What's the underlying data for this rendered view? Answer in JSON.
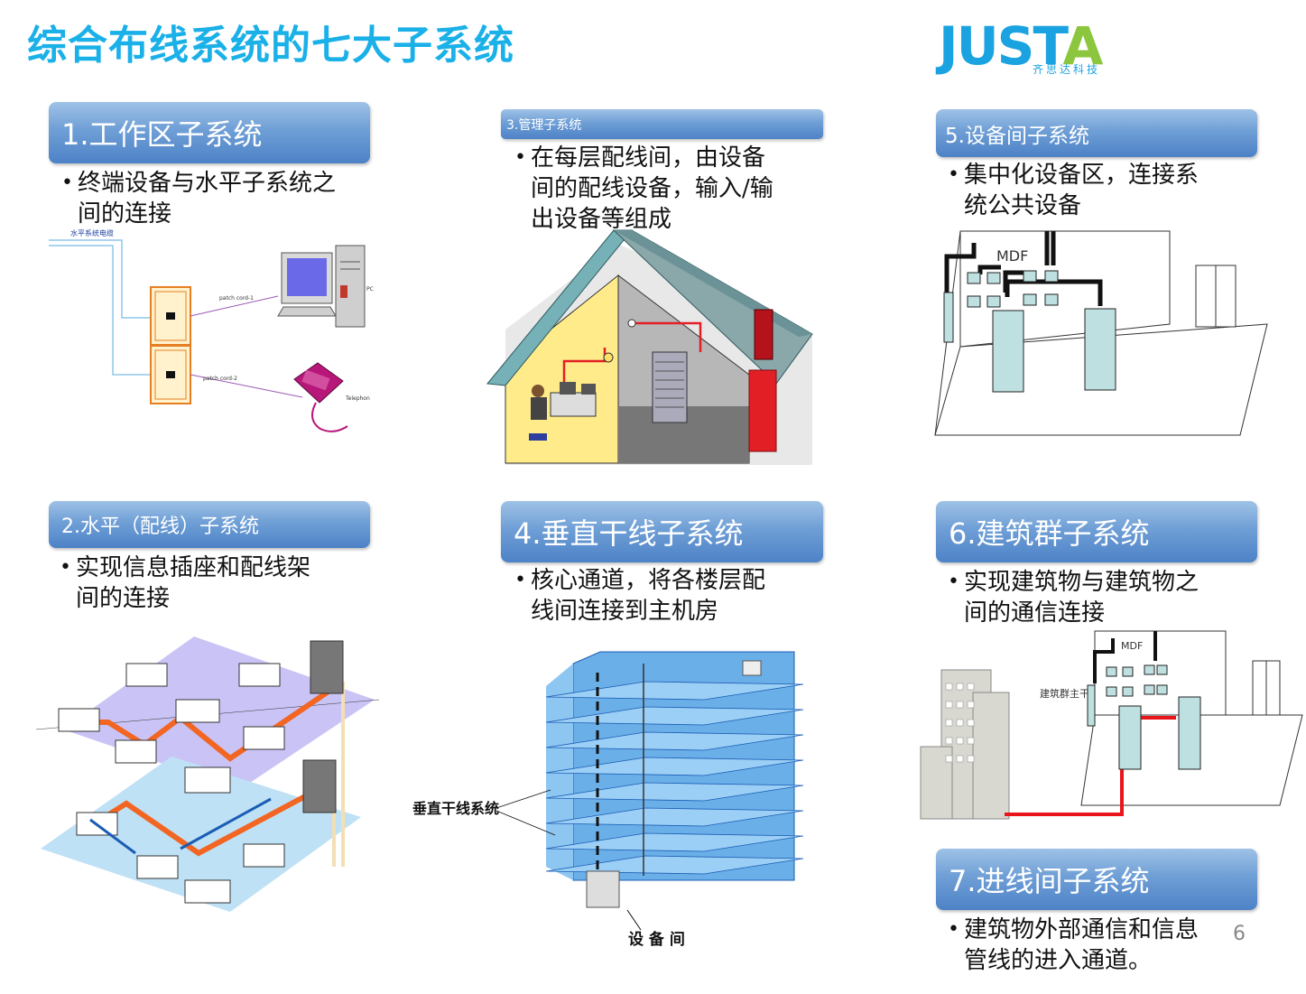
{
  "title": "综合布线系统的七大子系统",
  "logo": {
    "brand_main": "JUST",
    "brand_accent": "A",
    "brand_cn": "齐思达科技"
  },
  "page_number": "6",
  "sections": [
    {
      "header": "1.工作区子系统",
      "bullet": [
        "终端设备与水平子系统之",
        "间的连接"
      ]
    },
    {
      "header": "2.水平（配线）子系统",
      "bullet": [
        "实现信息插座和配线架",
        "间的连接"
      ]
    },
    {
      "header": "3.管理子系统",
      "bullet": [
        "在每层配线间，由设备",
        "间的配线设备，输入/输",
        "出设备等组成"
      ]
    },
    {
      "header": "4.垂直干线子系统",
      "bullet": [
        "核心通道，将各楼层配",
        "线间连接到主机房"
      ]
    },
    {
      "header": "5.设备间子系统",
      "bullet": [
        "集中化设备区，连接系",
        "统公共设备"
      ]
    },
    {
      "header": "6.建筑群子系统",
      "bullet": [
        "实现建筑物与建筑物之",
        "间的通信连接"
      ]
    },
    {
      "header": "7.进线间子系统",
      "bullet": [
        "建筑物外部通信和信息",
        "管线的进入通道。"
      ]
    }
  ],
  "diagram_labels": {
    "horizontal_cable": "水平系统电缆",
    "patch_cord_1": "patch cord-1",
    "patch_cord_2": "patch cord-2",
    "pc": "PC",
    "telephone": "Telephon",
    "mdf_5": "MDF",
    "mdf_6": "MDF",
    "campus_trunk": "建筑群主干",
    "riser": "垂直干线系统",
    "equipment_room": "设 备 间"
  },
  "colors": {
    "title": "#1ab0e8",
    "header_top": "#9fc2e6",
    "header_bottom": "#4d82c7",
    "orange_cable": "#f26522",
    "red_cable": "#e8161b"
  }
}
